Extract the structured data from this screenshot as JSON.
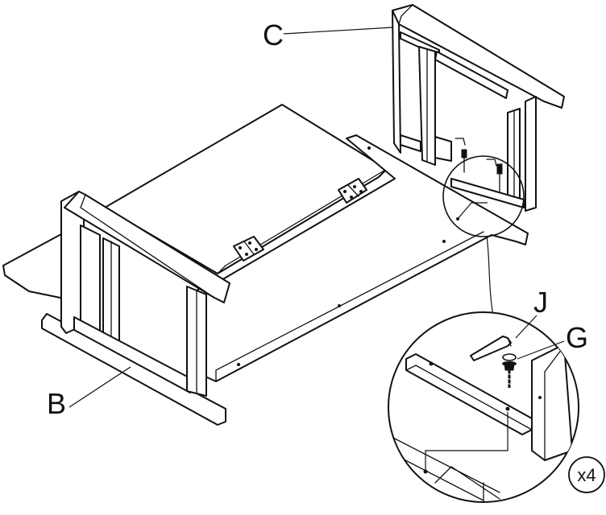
{
  "labels": {
    "part_b": "B",
    "part_c": "C",
    "part_g": "G",
    "part_j": "J",
    "quantity": "x4"
  }
}
